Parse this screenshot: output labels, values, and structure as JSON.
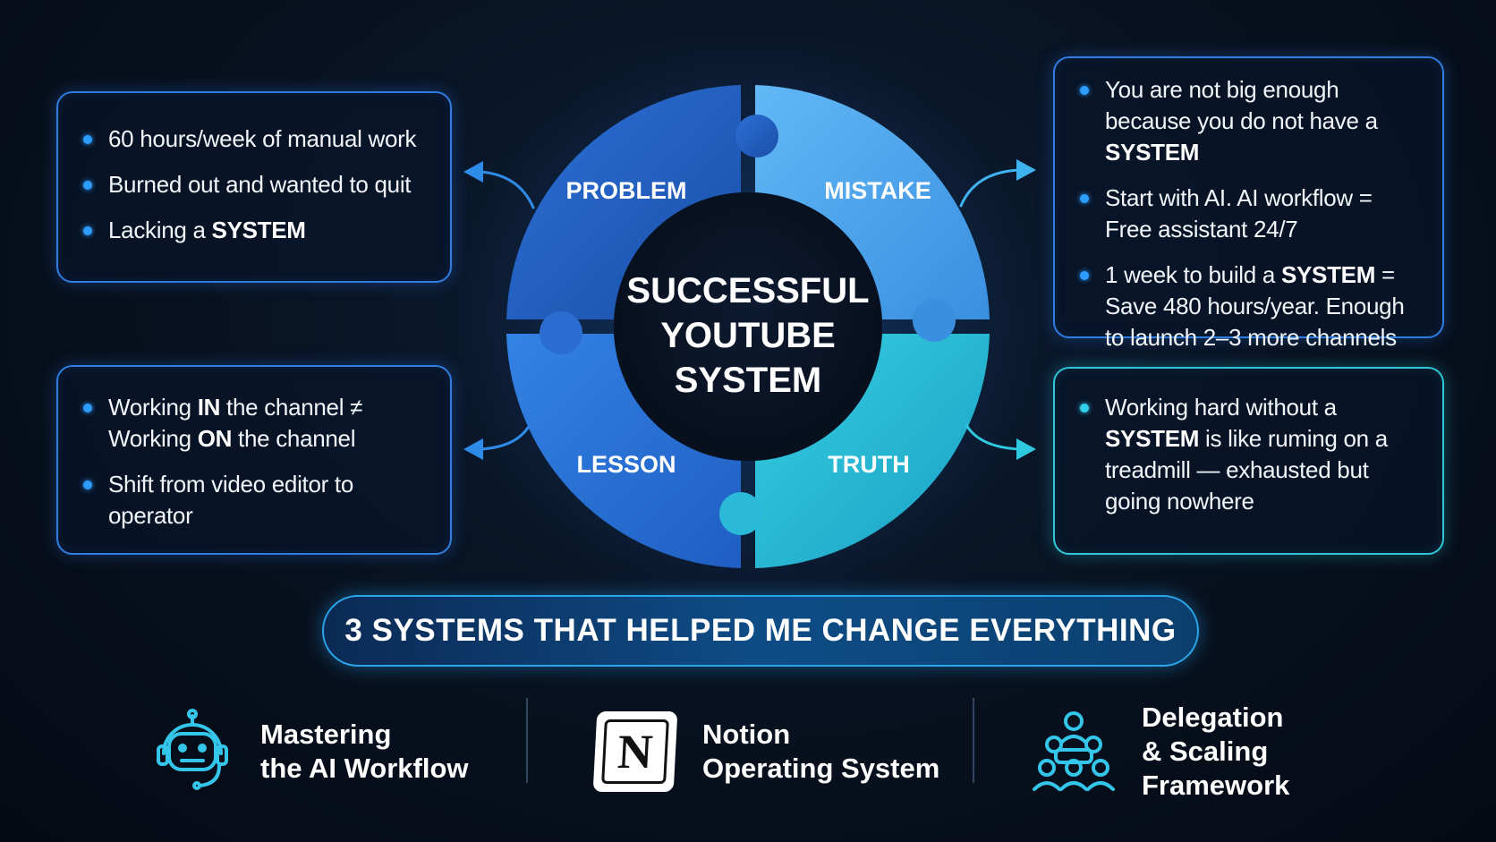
{
  "center": {
    "line1": "SUCCESSFUL",
    "line2": "YOUTUBE",
    "line3": "SYSTEM"
  },
  "quadrants": {
    "problem": "PROBLEM",
    "mistake": "MISTAKE",
    "lesson": "LESSON",
    "truth": "TRUTH"
  },
  "problem_box": {
    "i1": "60 hours/week of manual work",
    "i2": "Burned out and wanted to quit",
    "i3_pre": "Lacking a ",
    "i3_bold": "SYSTEM"
  },
  "mistake_box": {
    "i1_pre": "You are not big enough because you do not have a ",
    "i1_bold": "SYSTEM",
    "i2": "Start with AI. AI workflow = Free assistant 24/7",
    "i3_pre": "1 week to build a ",
    "i3_bold": "SYSTEM",
    "i3_post": " = Save 480 hours/year. Enough to launch 2–3 more channels"
  },
  "lesson_box": {
    "i1_a": "Working ",
    "i1_b": "IN",
    "i1_c": " the channel ≠",
    "i1_d": "Working ",
    "i1_e": "ON",
    "i1_f": " the channel",
    "i2": "Shift from video editor to operator"
  },
  "truth_box": {
    "i1_pre": "Working hard without a ",
    "i1_bold": "SYSTEM",
    "i1_post": " is like ruming on a treadmill — exhausted but going nowhere"
  },
  "banner": "3 SYSTEMS THAT HELPED ME CHANGE EVERYTHING",
  "systems": [
    {
      "line1": "Mastering",
      "line2": "the AI Workflow",
      "icon": "robot-icon"
    },
    {
      "line1": "Notion",
      "line2": "Operating System",
      "icon": "notion-icon",
      "glyph": "N"
    },
    {
      "line1": "Delegation",
      "line2": "& Scaling",
      "line3": "Framework",
      "icon": "team-icon"
    }
  ],
  "colors": {
    "problem": "#1f5fc0",
    "mistake": "#4aa6ee",
    "lesson": "#2a73d8",
    "truth": "#27c0d6",
    "accent": "#2d9cff"
  }
}
